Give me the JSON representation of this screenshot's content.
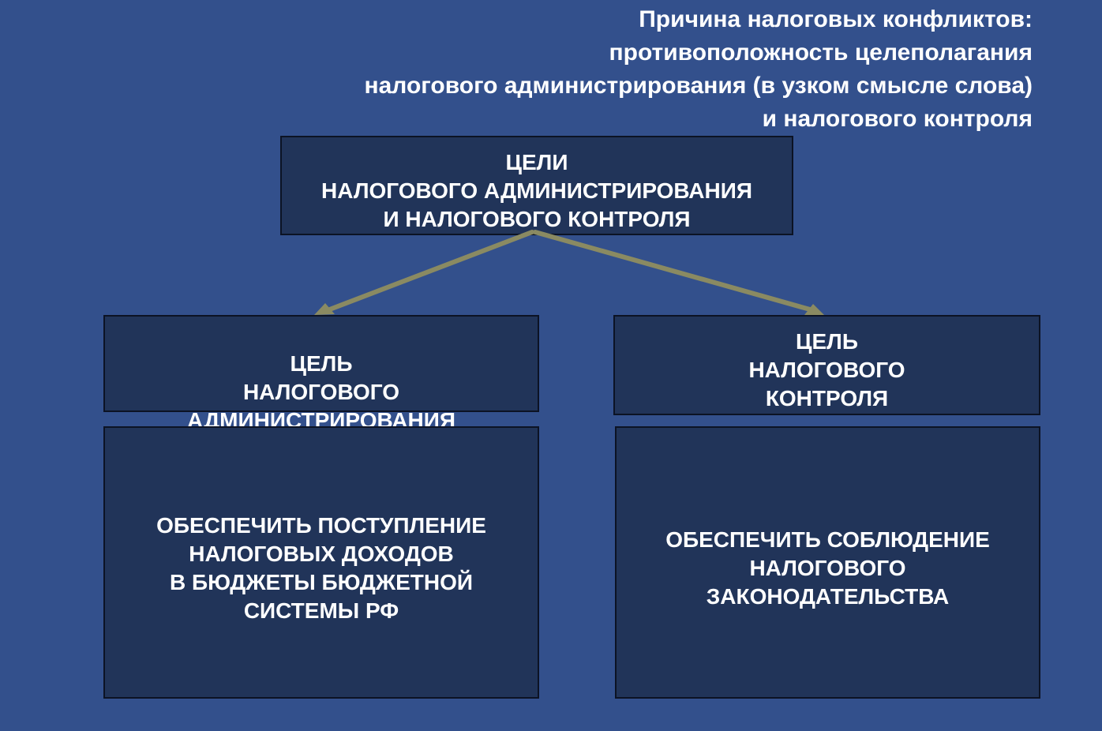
{
  "title": {
    "lines": [
      "Причина налоговых конфликтов:",
      "противоположность целеполагания",
      "налогового администрирования (в узком смысле слова)",
      "и налогового контроля"
    ]
  },
  "nodes": {
    "root": {
      "lines": [
        "ЦЕЛИ",
        "НАЛОГОВОГО АДМИНИСТРИРОВАНИЯ",
        "И НАЛОГОВОГО КОНТРОЛЯ"
      ]
    },
    "admin_goal": {
      "lines": [
        "ЦЕЛЬ",
        "НАЛОГОВОГО",
        "АДМИНИСТРИРОВАНИЯ"
      ]
    },
    "control_goal": {
      "lines": [
        "ЦЕЛЬ",
        "НАЛОГОВОГО",
        "КОНТРОЛЯ"
      ]
    },
    "admin_task": {
      "lines": [
        "ОБЕСПЕЧИТЬ ПОСТУПЛЕНИЕ",
        "НАЛОГОВЫХ ДОХОДОВ",
        "В БЮДЖЕТЫ БЮДЖЕТНОЙ",
        "СИСТЕМЫ РФ"
      ]
    },
    "control_task": {
      "lines": [
        "ОБЕСПЕЧИТЬ СОБЛЮДЕНИЕ",
        "НАЛОГОВОГО",
        "ЗАКОНОДАТЕЛЬСТВА"
      ]
    }
  },
  "colors": {
    "background": "#33508c",
    "box_fill": "#213459",
    "arrow": "#8a8a62",
    "text": "#ffffff"
  }
}
